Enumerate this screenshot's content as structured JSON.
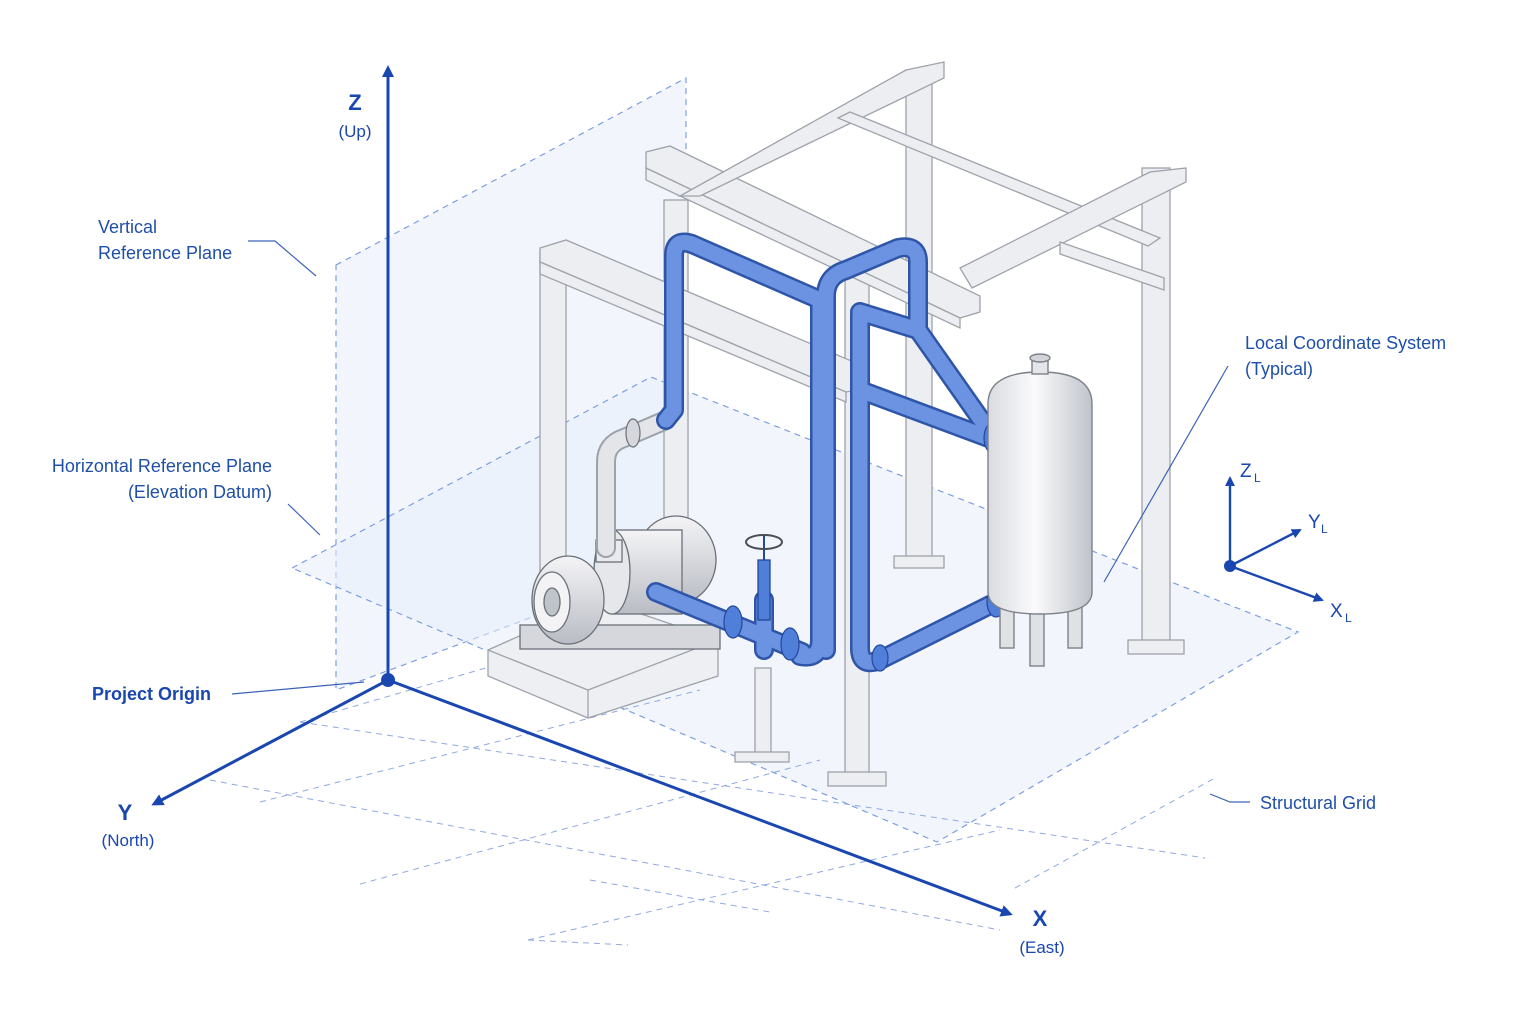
{
  "axes": {
    "z": {
      "letter": "Z",
      "direction": "(Up)"
    },
    "y": {
      "letter": "Y",
      "direction": "(North)"
    },
    "x": {
      "letter": "X",
      "direction": "(East)"
    }
  },
  "labels": {
    "vertical_plane_line1": "Vertical",
    "vertical_plane_line2": "Reference Plane",
    "horizontal_plane_line1": "Horizontal Reference Plane",
    "horizontal_plane_line2": "(Elevation Datum)",
    "project_origin": "Project Origin",
    "local_cs_line1": "Local Coordinate System",
    "local_cs_line2": "(Typical)",
    "structural_grid": "Structural Grid"
  },
  "local_axes": {
    "z": {
      "letter": "Z",
      "sub": "L"
    },
    "y": {
      "letter": "Y",
      "sub": "L"
    },
    "x": {
      "letter": "X",
      "sub": "L"
    }
  },
  "colors": {
    "axis_blue": "#1a46b0",
    "pipe_blue": "#5b86d9",
    "plane_fill": "#e8eefa",
    "steel_gray": "#c9ccd2"
  }
}
